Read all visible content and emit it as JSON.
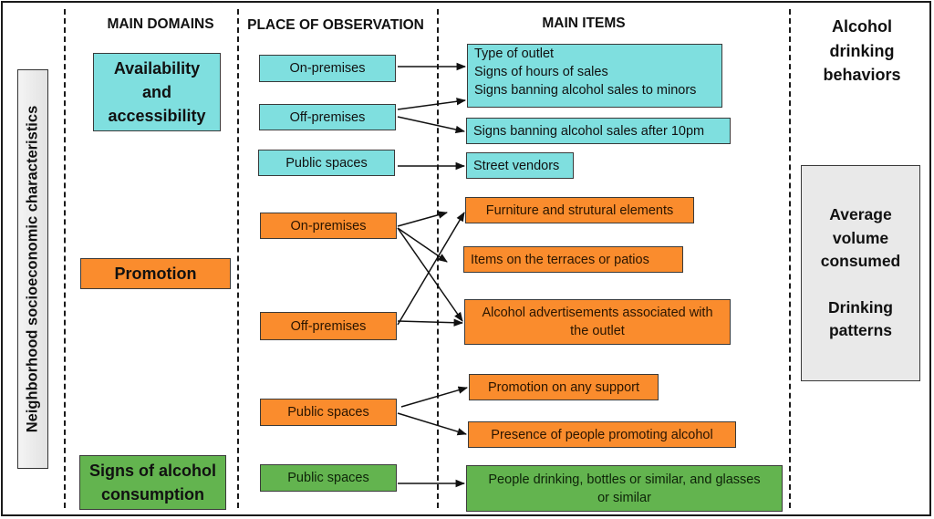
{
  "headers": {
    "main_domains": "MAIN DOMAINS",
    "place_of_observation": "PLACE OF OBSERVATION",
    "main_items": "MAIN ITEMS",
    "outcome_line1": "Alcohol",
    "outcome_line2": "drinking",
    "outcome_line3": "behaviors"
  },
  "side_label": "Neighborhood socioeconomic characteristics",
  "domains": [
    {
      "line1": "Availability",
      "line2": "and",
      "line3": "accessibility",
      "color": "#7fdfdf"
    },
    {
      "line1": "Promotion",
      "color": "#fa8c2d"
    },
    {
      "line1": "Signs of alcohol",
      "line2": "consumption",
      "color": "#63b44f"
    }
  ],
  "places": [
    {
      "label": "On-premises",
      "domain": "availability"
    },
    {
      "label": "Off-premises",
      "domain": "availability"
    },
    {
      "label": "Public spaces",
      "domain": "availability"
    },
    {
      "label": "On-premises",
      "domain": "promotion"
    },
    {
      "label": "Off-premises",
      "domain": "promotion"
    },
    {
      "label": "Public spaces",
      "domain": "promotion"
    },
    {
      "label": "Public spaces",
      "domain": "signs"
    }
  ],
  "items": [
    {
      "lines": [
        "Type of outlet",
        "Signs of hours of sales",
        "Signs banning alcohol sales to minors"
      ]
    },
    {
      "lines": [
        "Signs banning alcohol sales after 10pm"
      ]
    },
    {
      "lines": [
        "Street vendors"
      ]
    },
    {
      "lines": [
        "Furniture and strutural elements"
      ]
    },
    {
      "lines": [
        "Items on the terraces or patios"
      ]
    },
    {
      "lines": [
        "Alcohol advertisements associated with",
        "the outlet"
      ]
    },
    {
      "lines": [
        "Promotion on any support"
      ]
    },
    {
      "lines": [
        "Presence of people promoting alcohol"
      ]
    },
    {
      "lines": [
        "People drinking, bottles or similar, and glasses",
        "or similar"
      ]
    }
  ],
  "outcome": {
    "line1": "Average",
    "line2": "volume",
    "line3": "consumed",
    "line4": "Drinking",
    "line5": "patterns"
  },
  "colors": {
    "availability": "#7fdfdf",
    "promotion": "#fa8c2d",
    "signs": "#63b44f",
    "outcome": "#e9e9e9"
  }
}
